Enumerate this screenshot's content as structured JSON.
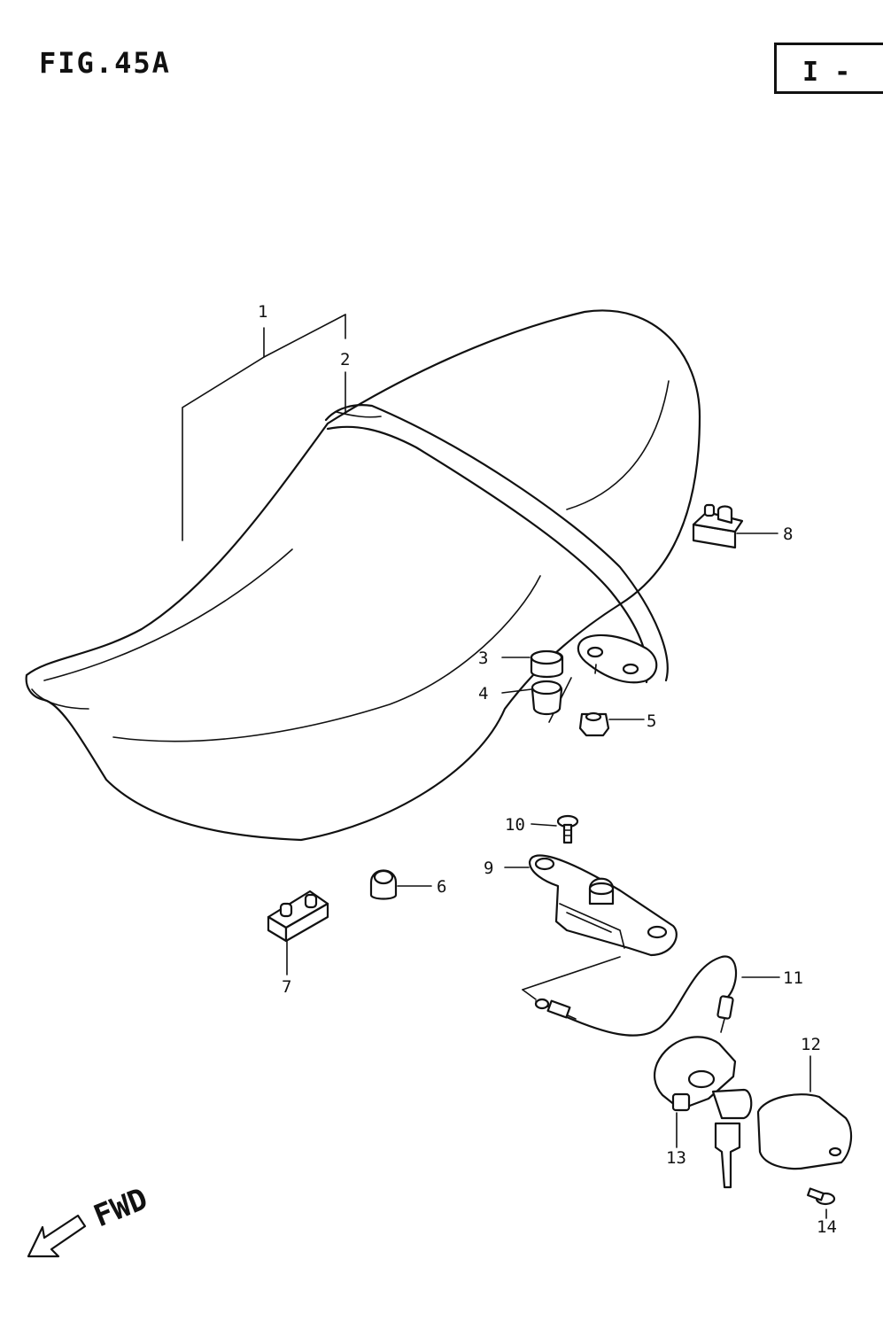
{
  "figure": {
    "title": "FIG.45A",
    "corner_mark": "I -"
  },
  "labels": [
    "1",
    "2",
    "3",
    "4",
    "5",
    "6",
    "7",
    "8",
    "9",
    "10",
    "11",
    "12",
    "13",
    "14"
  ],
  "direction": {
    "text": "FWD"
  }
}
